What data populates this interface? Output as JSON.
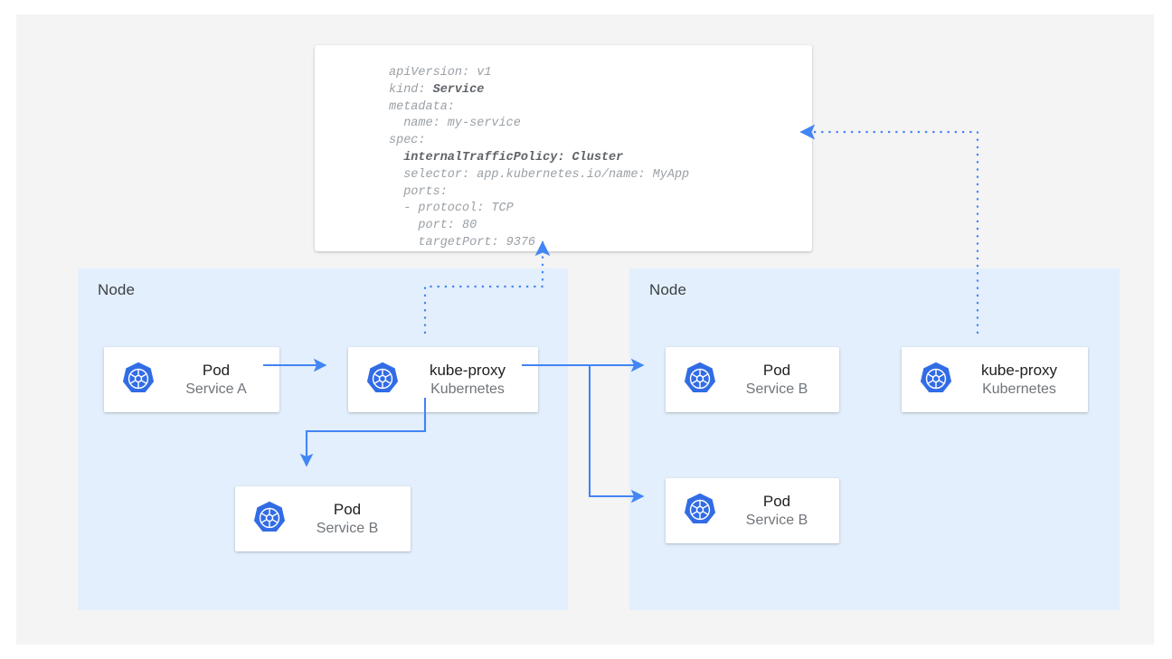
{
  "canvas": {
    "background": "#f4f4f5",
    "page_background": "#ffffff"
  },
  "colors": {
    "node_fill": "#e3effc",
    "kubernetes_blue": "#326ce5",
    "arrow_blue": "#4285f4",
    "card_background": "#ffffff",
    "title_text": "#202124",
    "sub_text": "#70757a",
    "code_text": "#9aa0a6",
    "code_bold_text": "#5f6368"
  },
  "spec": {
    "name": "service-yaml-spec",
    "lines": [
      {
        "text": "apiVersion: v1",
        "bold": false
      },
      {
        "text": "kind: ",
        "bold_suffix": "Service"
      },
      {
        "text": "metadata:",
        "bold": false
      },
      {
        "text": "  name: my-service",
        "bold": false
      },
      {
        "text": "spec:",
        "bold": false
      },
      {
        "text": "  internalTrafficPolicy: Cluster",
        "bold": true
      },
      {
        "text": "  selector: app.kubernetes.io/name: MyApp",
        "bold": false
      },
      {
        "text": "  ports:",
        "bold": false
      },
      {
        "text": "  - protocol: TCP",
        "bold": false
      },
      {
        "text": "    port: 80",
        "bold": false
      },
      {
        "text": "    targetPort: 9376",
        "bold": false
      }
    ],
    "apiVersion": "v1",
    "kind": "Service",
    "metadata_name": "my-service",
    "internalTrafficPolicy": "Cluster",
    "selector": "app.kubernetes.io/name: MyApp",
    "protocol": "TCP",
    "port": "80",
    "targetPort": "9376"
  },
  "nodes": [
    {
      "id": "node-left",
      "label": "Node"
    },
    {
      "id": "node-right",
      "label": "Node"
    }
  ],
  "cards": {
    "pod_a": {
      "title": "Pod",
      "subtitle": "Service A",
      "icon": "kubernetes-logo-icon"
    },
    "kube_left": {
      "title": "kube-proxy",
      "subtitle": "Kubernetes",
      "icon": "kubernetes-logo-icon"
    },
    "pod_b_left": {
      "title": "Pod",
      "subtitle": "Service B",
      "icon": "kubernetes-logo-icon"
    },
    "pod_b_right1": {
      "title": "Pod",
      "subtitle": "Service B",
      "icon": "kubernetes-logo-icon"
    },
    "pod_b_right2": {
      "title": "Pod",
      "subtitle": "Service B",
      "icon": "kubernetes-logo-icon"
    },
    "kube_right": {
      "title": "kube-proxy",
      "subtitle": "Kubernetes",
      "icon": "kubernetes-logo-icon"
    }
  },
  "connectors": [
    {
      "name": "pod-a-to-kube-proxy",
      "style": "solid",
      "arrow": true
    },
    {
      "name": "kube-proxy-to-pod-b-left",
      "style": "solid",
      "arrow": true
    },
    {
      "name": "kube-proxy-to-pod-b-right-top",
      "style": "solid",
      "arrow": true
    },
    {
      "name": "kube-proxy-to-pod-b-right-bottom",
      "style": "solid",
      "arrow": true
    },
    {
      "name": "kube-proxy-left-to-spec",
      "style": "dotted",
      "arrow": true
    },
    {
      "name": "kube-proxy-right-to-spec",
      "style": "dotted",
      "arrow": true
    }
  ]
}
